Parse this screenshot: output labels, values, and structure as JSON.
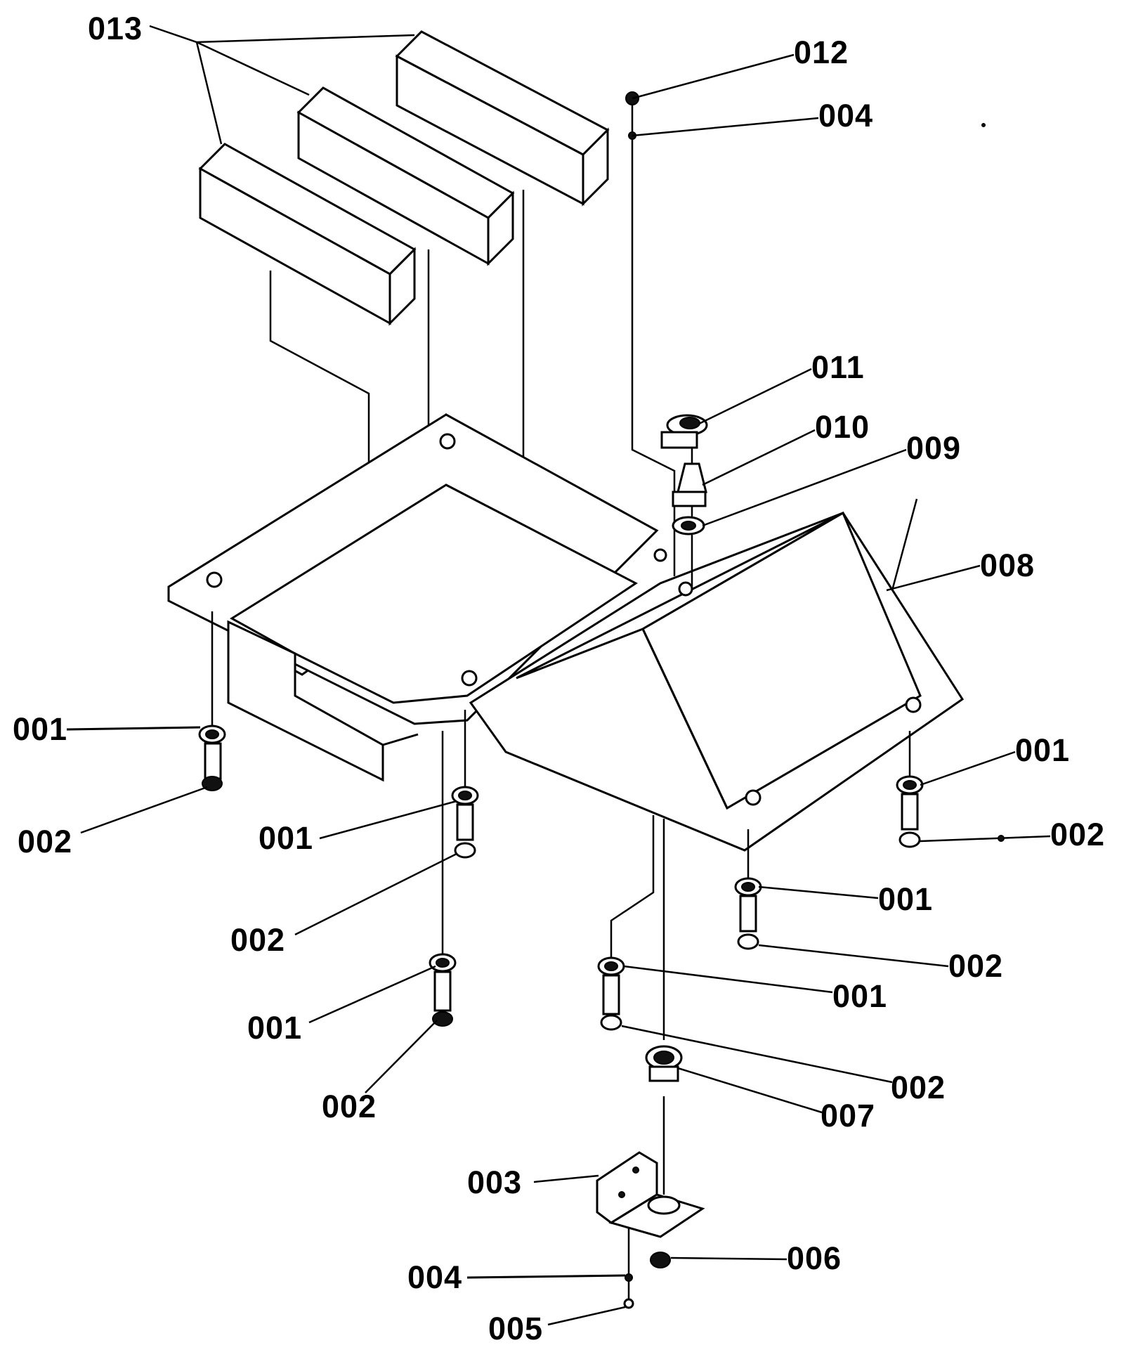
{
  "labels": {
    "l013": "013",
    "l012": "012",
    "l004_top": "004",
    "l011": "011",
    "l010": "010",
    "l009": "009",
    "l008": "008",
    "l001_a": "001",
    "l002_a": "002",
    "l001_b": "001",
    "l002_b": "002",
    "l001_c": "001",
    "l002_c": "002",
    "l001_d": "001",
    "l002_d": "002",
    "l001_e": "001",
    "l002_e": "002",
    "l001_f": "001",
    "l002_f": "002",
    "l007": "007",
    "l003": "003",
    "l006": "006",
    "l004_bot": "004",
    "l005": "005"
  }
}
